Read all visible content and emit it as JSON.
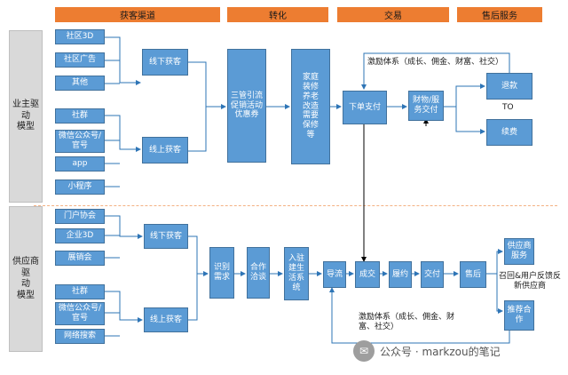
{
  "headers": {
    "channels": "获客渠道",
    "conversion": "转化",
    "trade": "交易",
    "after_sale": "售后服务"
  },
  "rows": {
    "top": "业主驱动\n模型",
    "bottom": "供应商驱\n动\n模型"
  },
  "top_channels": [
    "社区3D",
    "社区广告",
    "其他",
    "社群",
    "微信公众号/\n官号",
    "app",
    "小程序"
  ],
  "bottom_channels": [
    "门户协会",
    "企业3D",
    "展销会",
    "社群",
    "微信公众号/\n官号",
    "网络搜索"
  ],
  "top_acquire": {
    "offline": "线下获客",
    "online": "线上获客"
  },
  "bottom_acquire": {
    "offline": "线下获客",
    "online": "线上获客"
  },
  "top_flow": {
    "incentive": "三管引流\n促销活动\n优惠券",
    "reasons": "家庭\n装修\n养老\n改造\n需要\n保修\n等",
    "transaction": "下单支付",
    "delivery": "财物/服\n务交付",
    "refund": "退款",
    "to": "TO",
    "renew": "续费"
  },
  "bottom_flow": {
    "demand": "识别\n需求",
    "meeting": "合作\n洽谈",
    "onboard": "入驻\n建生\n活系\n统",
    "order": "导流",
    "deal": "成交",
    "execute": "履约",
    "settle": "交付",
    "pay": "售后",
    "supplier_serve": "供应商\n服务",
    "upgrade": "推荐合\n作"
  },
  "labels": {
    "feedback_top": "激励体系（成长、佣金、财富、社交）",
    "feedback_bottom": "激励体系（成长、佣金、财\n富、社交）",
    "customer_fb": "召回&用户反馈反\n新供应商"
  },
  "watermark": "公众号 · markzou的笔记"
}
